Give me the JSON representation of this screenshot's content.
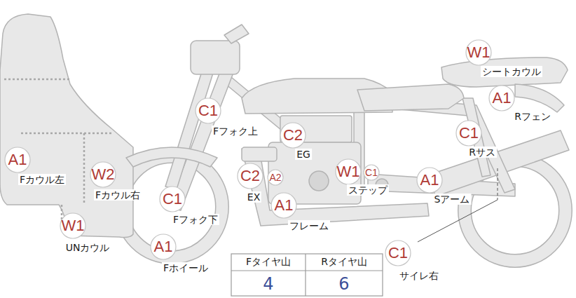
{
  "diagram": {
    "nodes": [
      {
        "text": [
          "W1",
          "シートカウル"
        ]
      },
      {
        "text": [
          "A1",
          "Rフェン"
        ]
      },
      {
        "text": [
          "C1",
          "Fフォク上"
        ]
      },
      {
        "text": [
          "C2",
          "EG"
        ]
      },
      {
        "text": [
          "C1",
          "Rサス"
        ]
      },
      {
        "text": [
          "A1",
          "Fカウル左"
        ]
      },
      {
        "text": [
          "W2",
          "Fカウル右"
        ]
      },
      {
        "text": [
          "C2",
          "EX"
        ]
      },
      {
        "text": [
          "A2"
        ]
      },
      {
        "text": [
          "W1",
          "ステップ"
        ]
      },
      {
        "text": [
          "C1"
        ]
      },
      {
        "text": [
          "A1",
          "Sアーム"
        ]
      },
      {
        "text": [
          "C1",
          "Fフォク下"
        ]
      },
      {
        "text": [
          "A1",
          "フレーム"
        ]
      },
      {
        "text": [
          "W1",
          "UNカウル"
        ]
      },
      {
        "text": [
          "C1",
          "サイレ右"
        ]
      },
      {
        "text": [
          "A1",
          "Fホイール"
        ]
      }
    ],
    "labels": [
      "Fタイヤ山",
      "Rタイヤ山",
      "4",
      "6"
    ]
  }
}
